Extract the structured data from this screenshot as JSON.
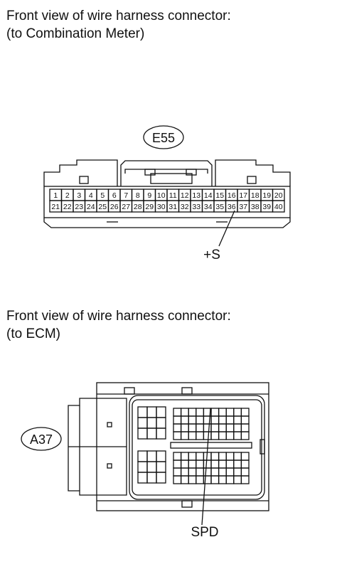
{
  "connector_e55": {
    "heading_line1": "Front view of wire harness connector:",
    "heading_line2": "(to Combination Meter)",
    "code": "E55",
    "pins_top": [
      "1",
      "2",
      "3",
      "4",
      "5",
      "6",
      "7",
      "8",
      "9",
      "10",
      "11",
      "12",
      "13",
      "14",
      "15",
      "16",
      "17",
      "18",
      "19",
      "20"
    ],
    "pins_bottom": [
      "21",
      "22",
      "23",
      "24",
      "25",
      "26",
      "27",
      "28",
      "29",
      "30",
      "31",
      "32",
      "33",
      "34",
      "35",
      "36",
      "37",
      "38",
      "39",
      "40"
    ],
    "callout": "+S"
  },
  "connector_a37": {
    "heading_line1": "Front view of wire harness connector:",
    "heading_line2": "(to ECM)",
    "code": "A37",
    "callout": "SPD"
  }
}
